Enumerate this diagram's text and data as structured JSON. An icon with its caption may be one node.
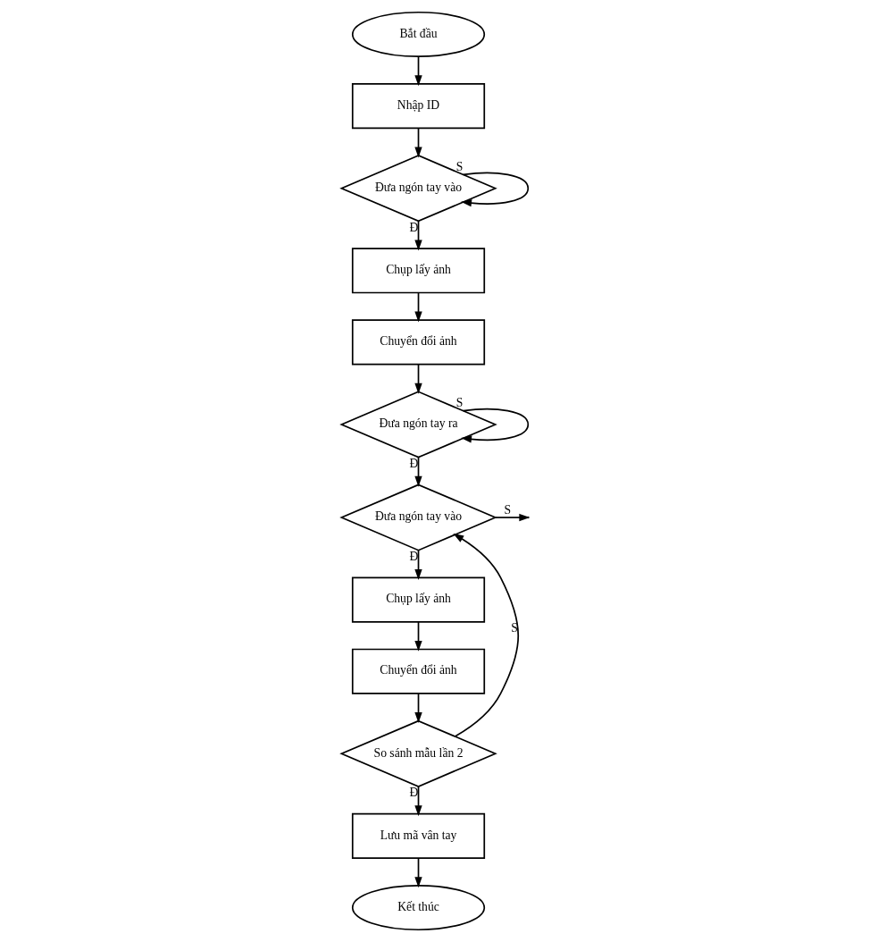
{
  "diagram": {
    "nodes": [
      {
        "text": [
          "Bắt đầu"
        ]
      },
      {
        "text": [
          "Nhập ID"
        ]
      },
      {
        "text": [
          "Đưa ngón tay vào"
        ]
      },
      {
        "text": [
          "Chụp lấy ảnh"
        ]
      },
      {
        "text": [
          "Chuyển đổi ảnh"
        ]
      },
      {
        "text": [
          "Đưa ngón tay ra"
        ]
      },
      {
        "text": [
          "Đưa ngón tay vào"
        ]
      },
      {
        "text": [
          "Chụp lấy ảnh"
        ]
      },
      {
        "text": [
          "Chuyển đổi ảnh"
        ]
      },
      {
        "text": [
          "So sánh mẫu lần 2"
        ]
      },
      {
        "text": [
          "Lưu mã vân tay"
        ]
      },
      {
        "text": [
          "Kết thúc"
        ]
      }
    ],
    "edges": [
      {
        "from": 0,
        "to": 1,
        "arrow": "to"
      },
      {
        "from": 1,
        "to": 2,
        "arrow": "to"
      },
      {
        "from": 2,
        "to": 2,
        "arrow": "to",
        "label": "S"
      },
      {
        "from": 2,
        "to": 3,
        "arrow": "to",
        "label": "Đ"
      },
      {
        "from": 3,
        "to": 4,
        "arrow": "to"
      },
      {
        "from": 4,
        "to": 5,
        "arrow": "to"
      },
      {
        "from": 5,
        "to": 5,
        "arrow": "to",
        "label": "S"
      },
      {
        "from": 5,
        "to": 6,
        "arrow": "to",
        "label": "Đ"
      },
      {
        "from": 6,
        "to": null,
        "arrow": "to",
        "label": "S"
      },
      {
        "from": 6,
        "to": 7,
        "arrow": "to",
        "label": "Đ"
      },
      {
        "from": 7,
        "to": 8,
        "arrow": "to"
      },
      {
        "from": 8,
        "to": 9,
        "arrow": "to"
      },
      {
        "from": 9,
        "to": 6,
        "arrow": "to",
        "label": "S"
      },
      {
        "from": 9,
        "to": 10,
        "arrow": "to",
        "label": "Đ"
      },
      {
        "from": 10,
        "to": 11,
        "arrow": "to"
      }
    ]
  }
}
